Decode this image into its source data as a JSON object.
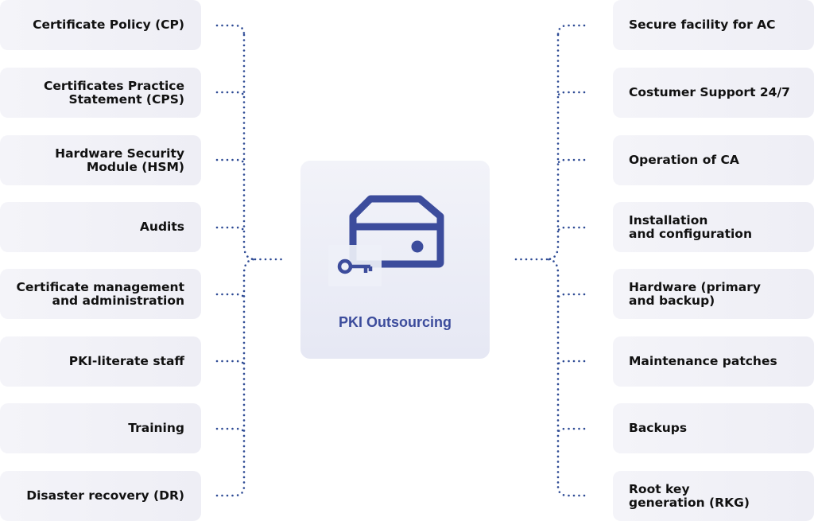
{
  "center": {
    "title": "PKI Outsourcing",
    "icon": "server-with-key-icon",
    "accent_color": "#3c4c9c"
  },
  "connector_color": "#2d4a94",
  "left_items": [
    {
      "label": "Certificate Policy (CP)"
    },
    {
      "label": "Certificates Practice\nStatement (CPS)"
    },
    {
      "label": "Hardware Security\nModule (HSM)"
    },
    {
      "label": "Audits"
    },
    {
      "label": "Certificate management\nand administration"
    },
    {
      "label": "PKI-literate staff"
    },
    {
      "label": "Training"
    },
    {
      "label": "Disaster recovery (DR)"
    }
  ],
  "right_items": [
    {
      "label": "Secure facility for AC"
    },
    {
      "label": "Costumer Support 24/7"
    },
    {
      "label": "Operation of CA"
    },
    {
      "label": "Installation\nand configuration"
    },
    {
      "label": "Hardware (primary\nand backup)"
    },
    {
      "label": "Maintenance patches"
    },
    {
      "label": "Backups"
    },
    {
      "label": "Root key\ngeneration (RKG)"
    }
  ]
}
